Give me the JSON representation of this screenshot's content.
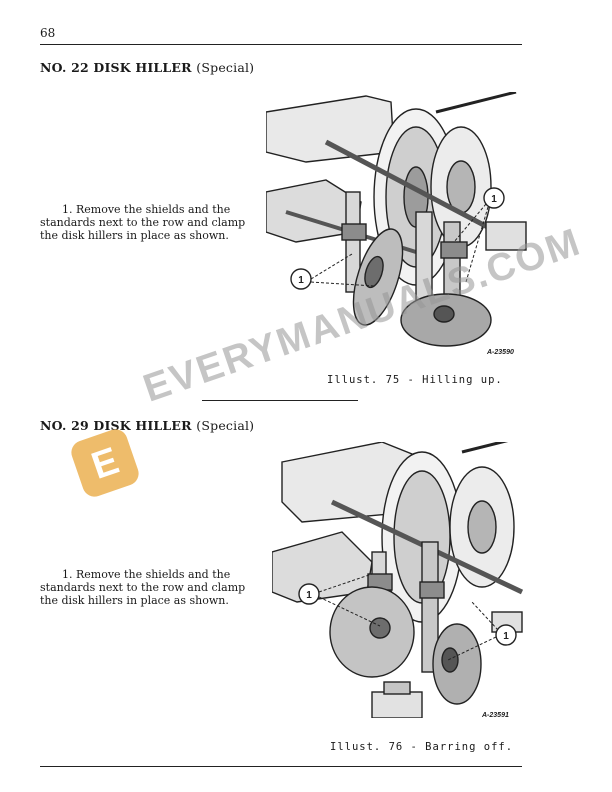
{
  "page": {
    "number": "68"
  },
  "sections": [
    {
      "heading": "NO. 22 DISK HILLER",
      "heading_note": "(Special)",
      "step": "1. Remove the shields and the standards next to the row and clamp the disk hillers in place as shown.",
      "figure_code": "A-23590",
      "callout": "1",
      "caption": "Illust. 75 - Hilling up."
    },
    {
      "heading": "NO. 29 DISK HILLER",
      "heading_note": "(Special)",
      "step": "1. Remove the shields and the standards next to the row and clamp the disk hillers in place as shown.",
      "figure_code": "A-23591",
      "callout": "1",
      "caption": "Illust. 76 - Barring off."
    }
  ],
  "watermark": {
    "text": "EVERYMANUALS.COM",
    "logo_letter": "E",
    "logo_color": "#e8a53a"
  }
}
